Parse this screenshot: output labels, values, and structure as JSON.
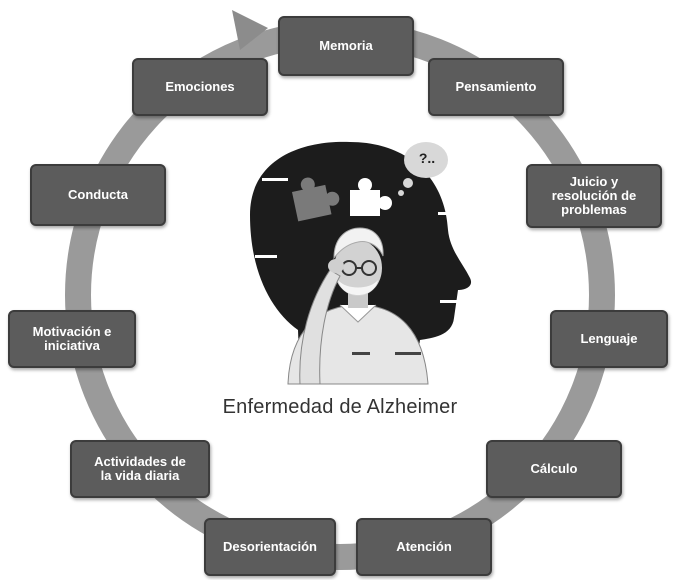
{
  "diagram": {
    "title": "Enfermedad de Alzheimer",
    "thought_bubble": "?..",
    "nodes": [
      {
        "id": "memoria",
        "label": "Memoria"
      },
      {
        "id": "pensamiento",
        "label": "Pensamiento"
      },
      {
        "id": "juicio",
        "label": "Juicio y\nresolución de\nproblemas"
      },
      {
        "id": "lenguaje",
        "label": "Lenguaje"
      },
      {
        "id": "calculo",
        "label": "Cálculo"
      },
      {
        "id": "atencion",
        "label": "Atención"
      },
      {
        "id": "desorientacion",
        "label": "Desorientación"
      },
      {
        "id": "actividades",
        "label": "Actividades de\nla vida diaria"
      },
      {
        "id": "motivacion",
        "label": "Motivación e\niniciativa"
      },
      {
        "id": "conducta",
        "label": "Conducta"
      },
      {
        "id": "emociones",
        "label": "Emociones"
      }
    ],
    "colors": {
      "box_fill": "#5c5c5c",
      "ring": "#9a9a9a",
      "head": "#1c1c1c"
    }
  }
}
